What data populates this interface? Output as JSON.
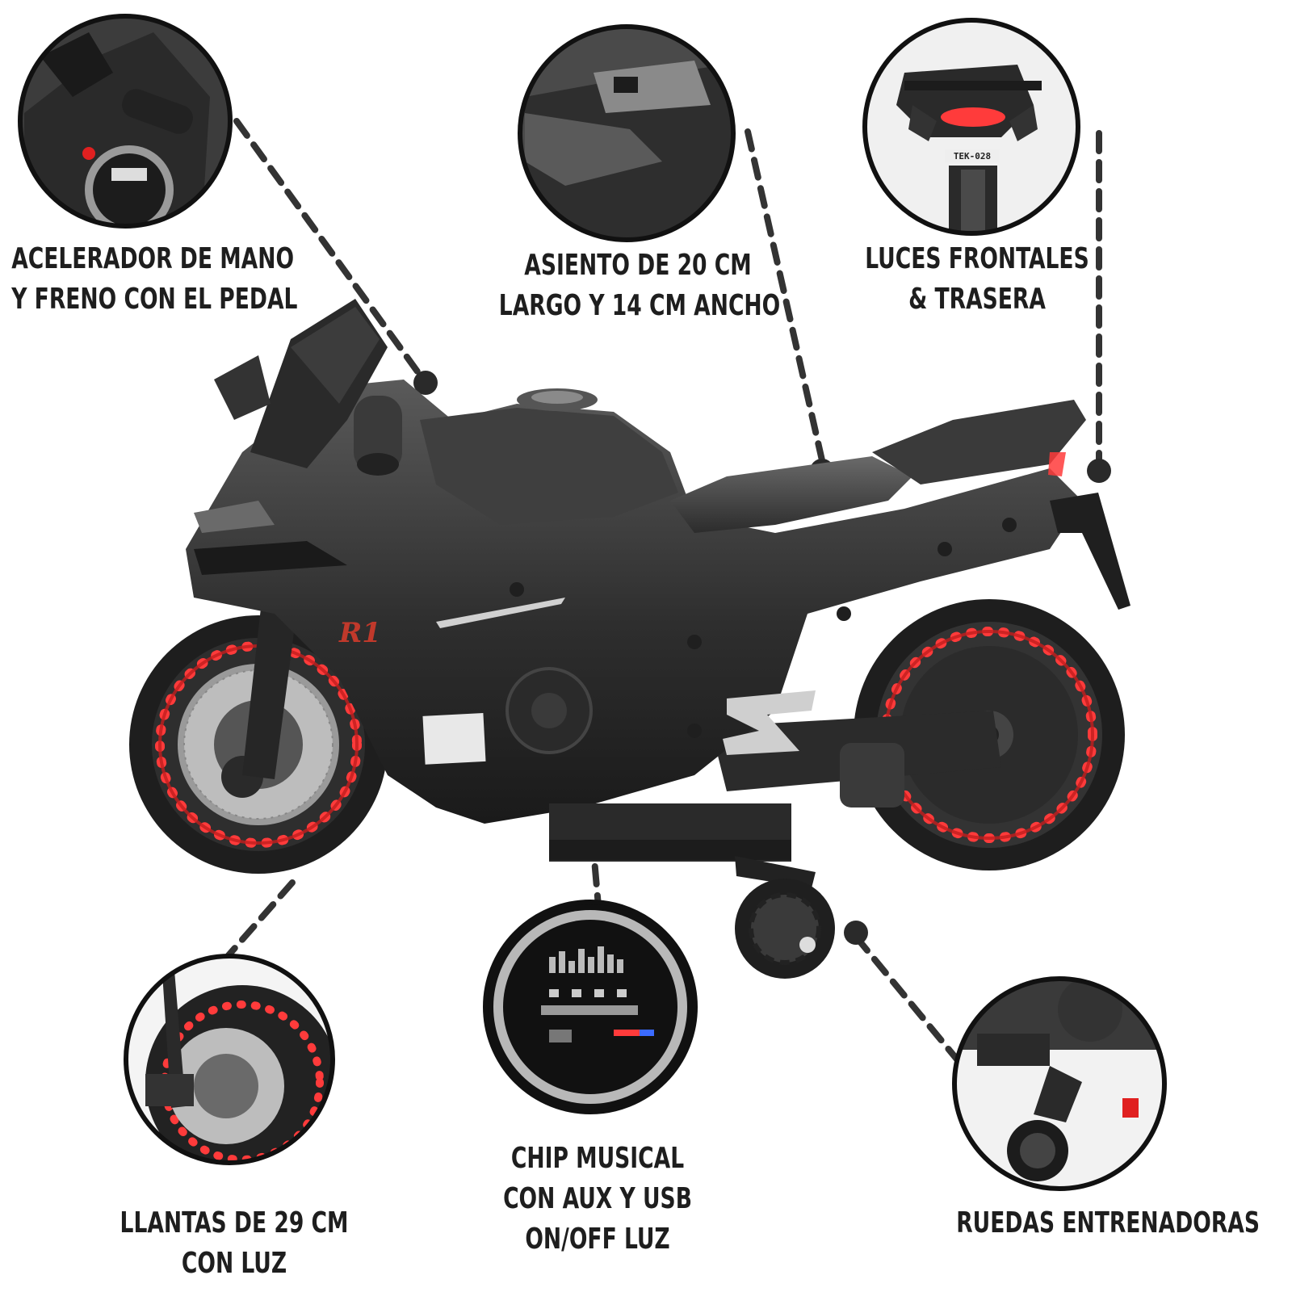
{
  "callouts": {
    "throttle": {
      "line1": "ACELERADOR DE MANO",
      "line2": "Y FRENO CON EL PEDAL"
    },
    "seat": {
      "line1": "ASIENTO DE 20 CM",
      "line2": "LARGO Y 14 CM ANCHO"
    },
    "lights": {
      "line1": "LUCES FRONTALES",
      "line2": "& TRASERA"
    },
    "tires": {
      "line1": "LLANTAS DE 29 CM",
      "line2": "CON LUZ"
    },
    "chip": {
      "line1": "CHIP MUSICAL",
      "line2": "CON AUX Y USB",
      "line3": "ON/OFF LUZ"
    },
    "trainers": {
      "line1": "RUEDAS ENTRENADORAS"
    }
  },
  "product": {
    "fairing_badge": "R1",
    "plate_text": "TEK-028"
  },
  "colors": {
    "body": "#2a2a2a",
    "body_light": "#4a4a4a",
    "led_ring": "#ff3b3b",
    "circle_border": "#111111",
    "dash": "#333333"
  }
}
